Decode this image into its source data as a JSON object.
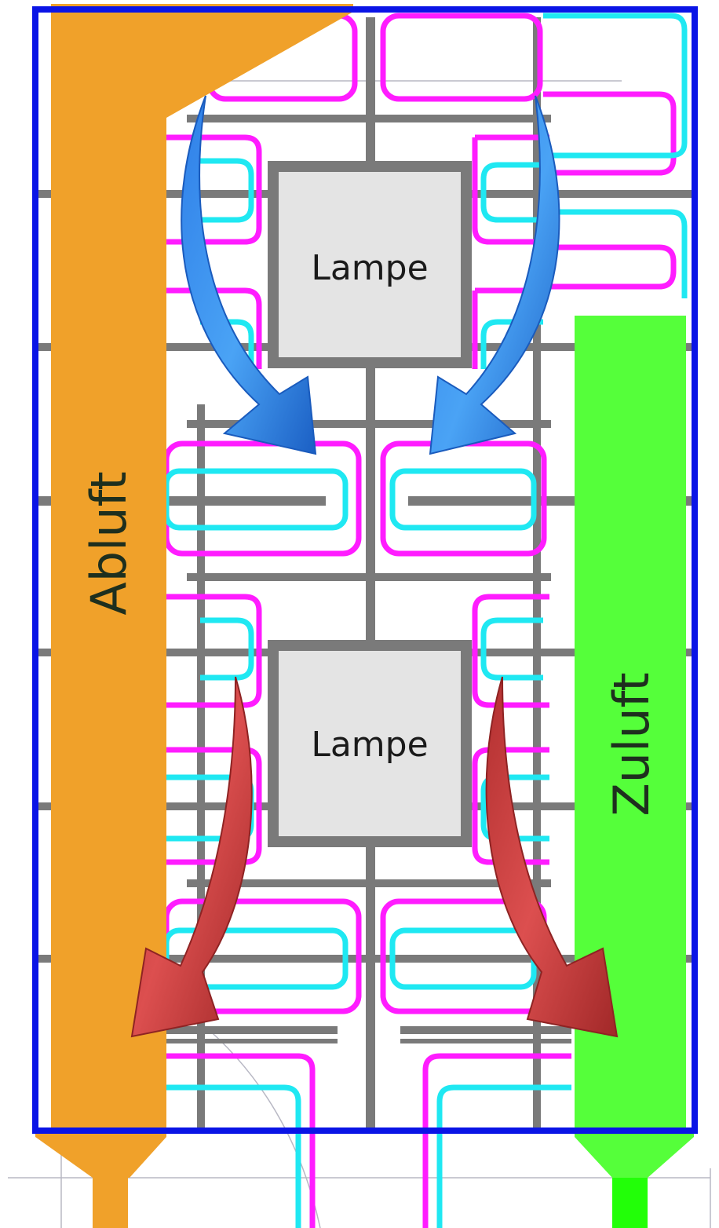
{
  "labels": {
    "lamp_top": "Lampe",
    "lamp_bottom": "Lampe",
    "exhaust": "Abluft",
    "supply": "Zuluft"
  },
  "colors": {
    "frame": "#0a14e6",
    "exhaust": "#f0a12a",
    "supply": "#55ff3a",
    "pipe_hot": "#ff1cff",
    "pipe_cold": "#1fe8f2",
    "rail": "#7a7a7a",
    "lamp_fill": "#e4e4e4",
    "arrow_cool": "#3a8ff0",
    "arrow_warm": "#c43a3a"
  }
}
